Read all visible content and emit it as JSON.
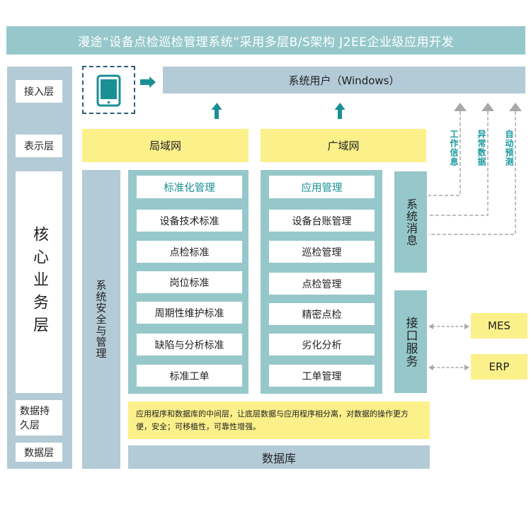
{
  "title": "漫途“设备点检巡检管理系统”采用多层B/S架构 J2EE企业级应用开发",
  "layers": {
    "access": "接入层",
    "presentation": "表示层",
    "core": "核心业务层",
    "persistence": "数据持久层",
    "data": "数据层"
  },
  "access_row": {
    "device_icon": "tablet-icon",
    "system_user": "系统用户（Windows）"
  },
  "networks": {
    "lan": "局域网",
    "wan": "广域网"
  },
  "security": "系统安全与管理",
  "standard_column": {
    "header": "标准化管理",
    "items": [
      "设备技术标准",
      "点检标准",
      "岗位标准",
      "周期性维护标准",
      "缺陷与分析标准",
      "标准工单"
    ]
  },
  "application_column": {
    "header": "应用管理",
    "items": [
      "设备台账管理",
      "巡检管理",
      "点检管理",
      "精密点检",
      "劣化分析",
      "工单管理"
    ]
  },
  "system_message": "系统消息",
  "message_outputs": [
    "工作信息",
    "异常数据",
    "自动预测"
  ],
  "interface_service": "接口服务",
  "external_systems": [
    "MES",
    "ERP"
  ],
  "middleware_note": "应用程序和数据库的中间层，让底层数据与应用程序相分离，对数据的操作更方便，安全；可移植性，可靠性增强。",
  "database": "数据库",
  "colors": {
    "teal_header": "#96c8cb",
    "blue_gray": "#b3cbd6",
    "yellow": "#fcf08a",
    "accent": "#1a9096",
    "arrow_gray": "#a8a8a8"
  }
}
